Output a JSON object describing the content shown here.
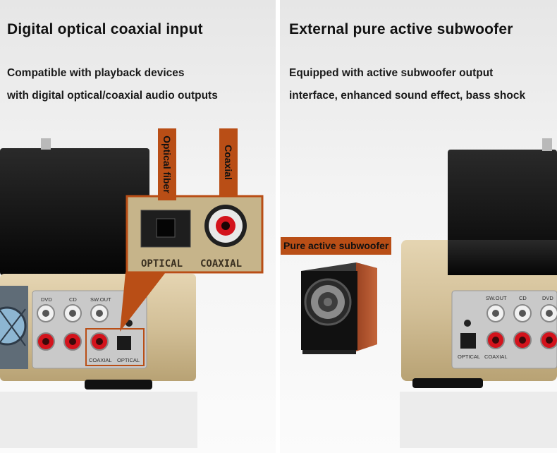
{
  "left": {
    "heading": "Digital optical coaxial input",
    "desc_line1": "Compatible with playback devices",
    "desc_line2": "with digital optical/coaxial audio outputs",
    "label_optical_fiber": "Optical fiber",
    "label_coaxial": "Coaxial",
    "zoom_optical": "OPTICAL",
    "zoom_coaxial": "COAXIAL",
    "rear_labels": [
      "DVD",
      "CD",
      "SW.OUT"
    ],
    "rear_coaxial": "COAXIAL",
    "rear_optical": "OPTICAL"
  },
  "right": {
    "heading": "External pure active subwoofer",
    "desc_line1": "Equipped with active subwoofer output",
    "desc_line2": "interface, enhanced sound effect, bass shock",
    "label_subwoofer": "Pure active subwoofer",
    "rear_labels": [
      "SW.OUT",
      "CD",
      "DVD"
    ],
    "rear_optical": "OPTICAL",
    "rear_coaxial": "COAXIAL"
  },
  "colors": {
    "accent": "#b94e16",
    "gold": "#d2bf97",
    "rca_red": "#d3131c",
    "speaker_wood": "#b4552a"
  }
}
